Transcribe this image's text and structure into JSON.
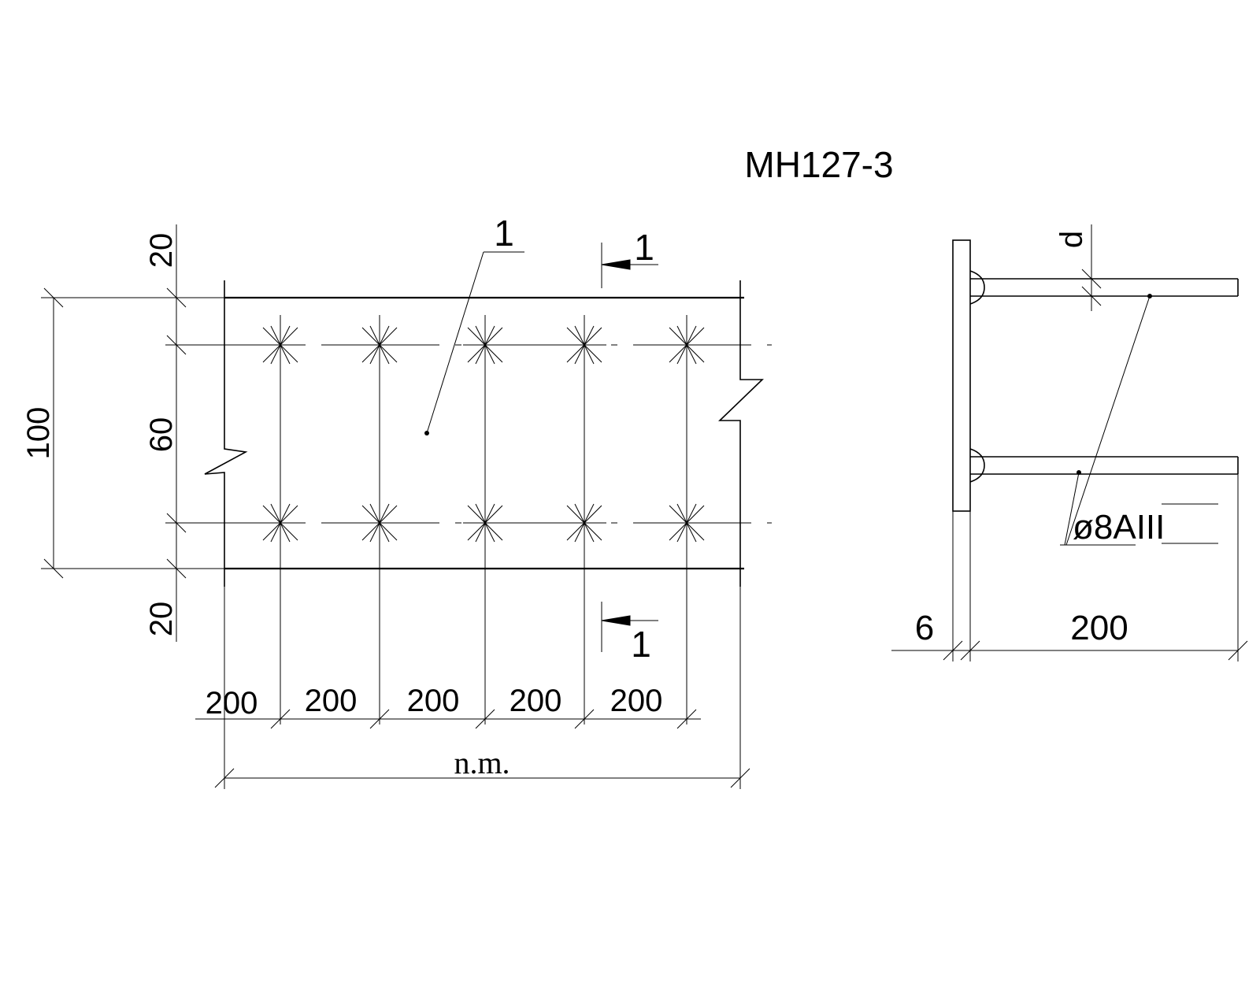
{
  "drawing": {
    "title": "MH127-3",
    "plan": {
      "position_label": "1",
      "section_mark_top": "1",
      "section_mark_bottom": "1",
      "dim_total_height": "100",
      "dim_top_edge": "20",
      "dim_stud_spacing": "60",
      "dim_bottom_edge": "20",
      "dim_spacings": [
        "200",
        "200",
        "200",
        "200",
        "200"
      ],
      "dim_length": "n.m."
    },
    "section": {
      "dim_plate_thickness": "6",
      "dim_stud_length": "200",
      "dim_diameter": "d",
      "rebar_label": "ø8AIII"
    }
  }
}
